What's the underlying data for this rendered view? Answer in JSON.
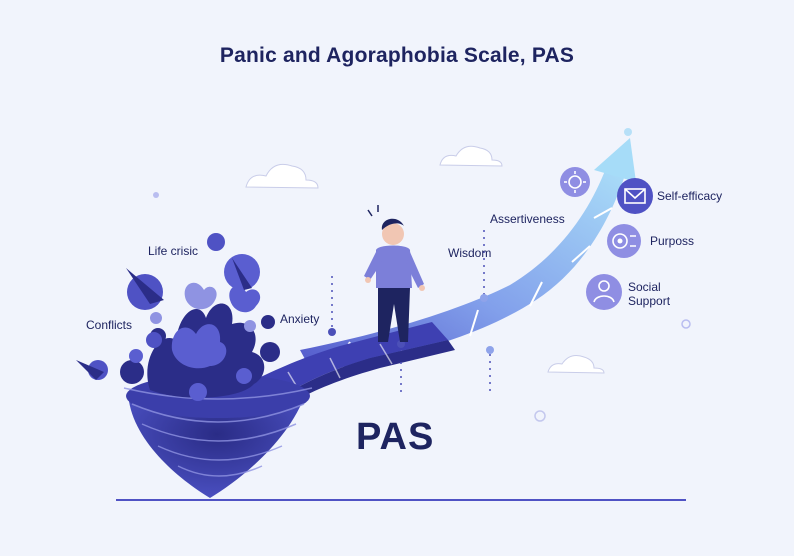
{
  "diagram": {
    "title": "Panic and Agoraphobia Scale, PAS",
    "center_label": "PAS",
    "stressors": [
      {
        "label": "Life crisic"
      },
      {
        "label": "Conflicts"
      },
      {
        "label": "Anxiety"
      }
    ],
    "path_steps": [
      {
        "label": "Wisdom"
      },
      {
        "label": "Assertiveness"
      }
    ],
    "benefits": [
      {
        "label": "Self-efficacy",
        "icon": "envelope-icon"
      },
      {
        "label": "Purposs",
        "icon": "target-icon"
      },
      {
        "label": "Social Support",
        "label_line1": "Social",
        "label_line2": "Support",
        "icon": "person-icon"
      }
    ],
    "top_icon": "gear-icon",
    "colors": {
      "background": "#f1f4fc",
      "navy": "#1e2460",
      "indigo": "#4f52c4",
      "periwinkle": "#8f8ee3",
      "arrow_light": "#9fd0f6",
      "arrow_mid": "#7fa6ef"
    }
  }
}
